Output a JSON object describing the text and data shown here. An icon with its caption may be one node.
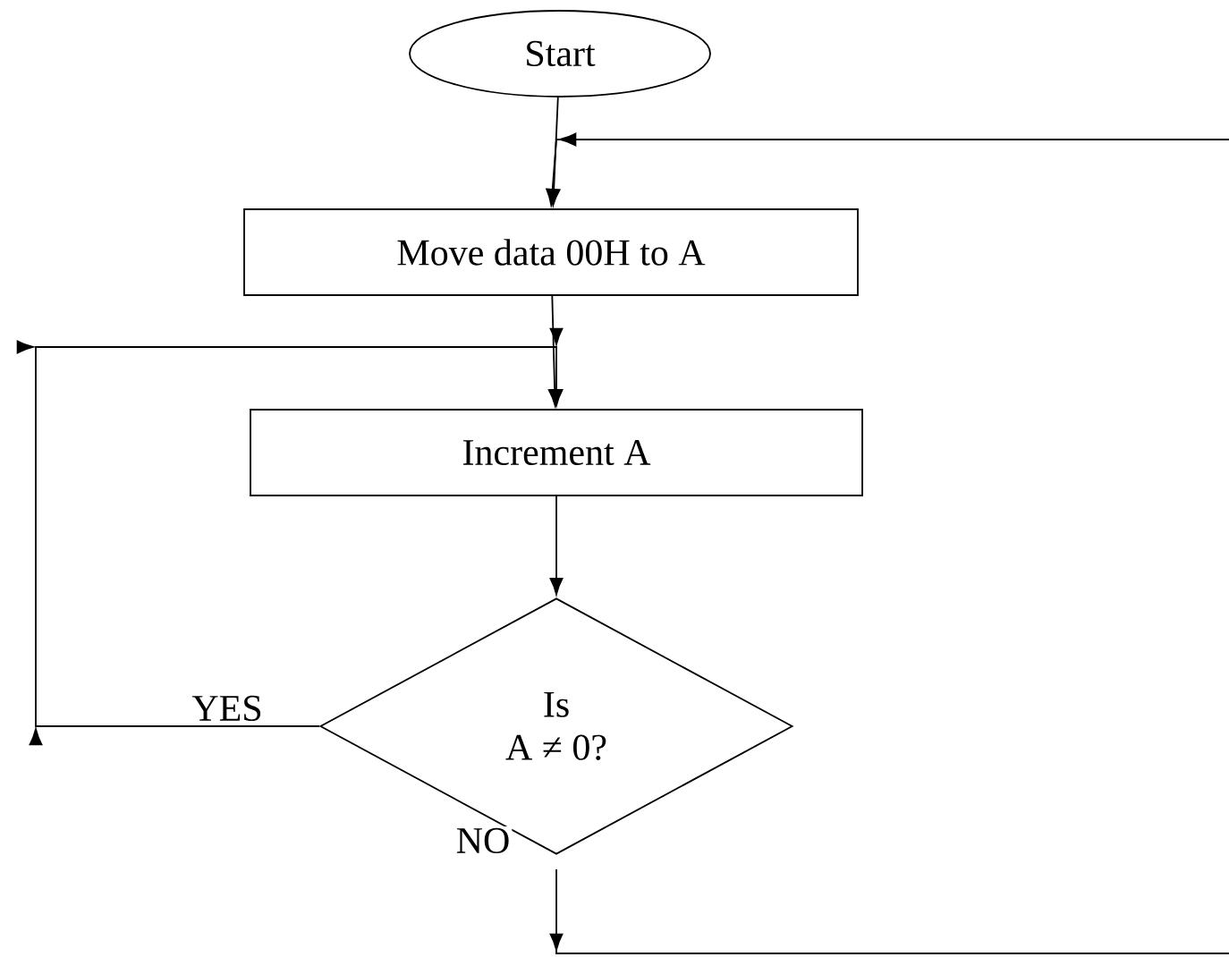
{
  "diagram": {
    "nodes": [
      {
        "text": [
          "Start"
        ]
      },
      {
        "text": [
          "Move data 00H to A"
        ]
      },
      {
        "text": [
          "Increment A"
        ]
      },
      {
        "text": [
          "Is A ≠ 0?"
        ]
      }
    ],
    "edges": [
      {
        "from": 0,
        "to": 1,
        "arrow": "to"
      },
      {
        "from": 1,
        "to": 2,
        "arrow": "to"
      },
      {
        "from": 2,
        "to": 3,
        "arrow": "to"
      },
      {
        "from": 3,
        "to": 2,
        "arrow": "to",
        "label": "YES"
      },
      {
        "from": 3,
        "to": 1,
        "arrow": "to",
        "label": "NO"
      }
    ]
  }
}
